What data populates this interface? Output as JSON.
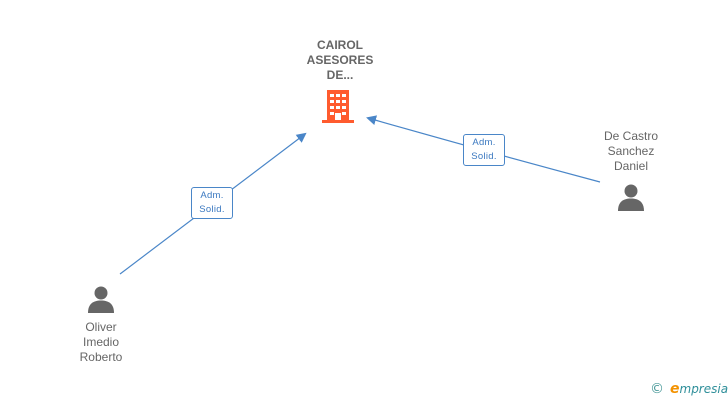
{
  "company": {
    "name_lines": [
      "CAIROL",
      "ASESORES",
      "DE..."
    ],
    "icon": "building-icon",
    "color": "#ff5b2e"
  },
  "persons": [
    {
      "id": "oliver",
      "name_lines": [
        "Oliver",
        "Imedio",
        "Roberto"
      ],
      "icon": "person-icon"
    },
    {
      "id": "decastro",
      "name_lines": [
        "De Castro",
        "Sanchez",
        "Daniel"
      ],
      "icon": "person-icon"
    }
  ],
  "relations": [
    {
      "from": "oliver",
      "to": "company",
      "label_lines": [
        "Adm.",
        "Solid."
      ]
    },
    {
      "from": "decastro",
      "to": "company",
      "label_lines": [
        "Adm.",
        "Solid."
      ]
    }
  ],
  "colors": {
    "edge": "#4a86c8",
    "person": "#666666",
    "text": "#666666"
  },
  "footer": {
    "copyright": "©",
    "brand_initial": "e",
    "brand_rest": "mpresia"
  }
}
